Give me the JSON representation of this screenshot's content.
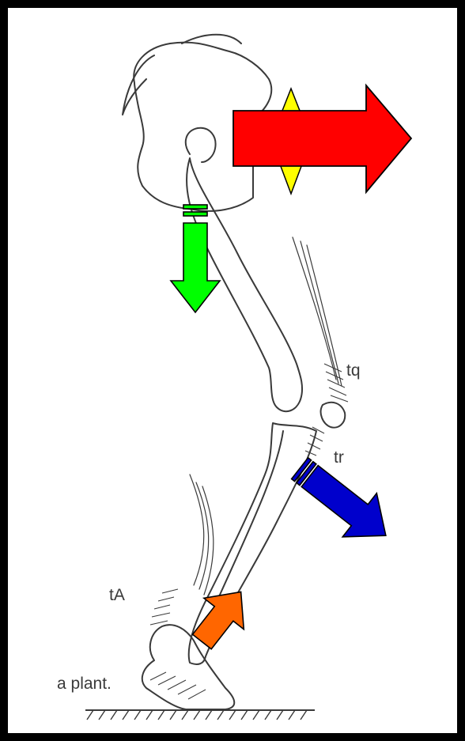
{
  "labels": {
    "knee_extensor": "tq",
    "tendon": "tr",
    "ankle_muscle": "tA",
    "plantar": "a plant."
  },
  "arrows": [
    {
      "name": "red-arrow",
      "color": "#ff0000",
      "direction": "right"
    },
    {
      "name": "yellow-arrow",
      "color": "#ffff00",
      "direction": "up"
    },
    {
      "name": "green-arrow",
      "color": "#00ff00",
      "direction": "down"
    },
    {
      "name": "blue-arrow",
      "color": "#0000cc",
      "direction": "down-right"
    },
    {
      "name": "orange-arrow",
      "color": "#ff6600",
      "direction": "up-right"
    }
  ],
  "colors": {
    "frame": "#000000",
    "background": "#ffffff",
    "line_art": "#3a3a3a"
  }
}
